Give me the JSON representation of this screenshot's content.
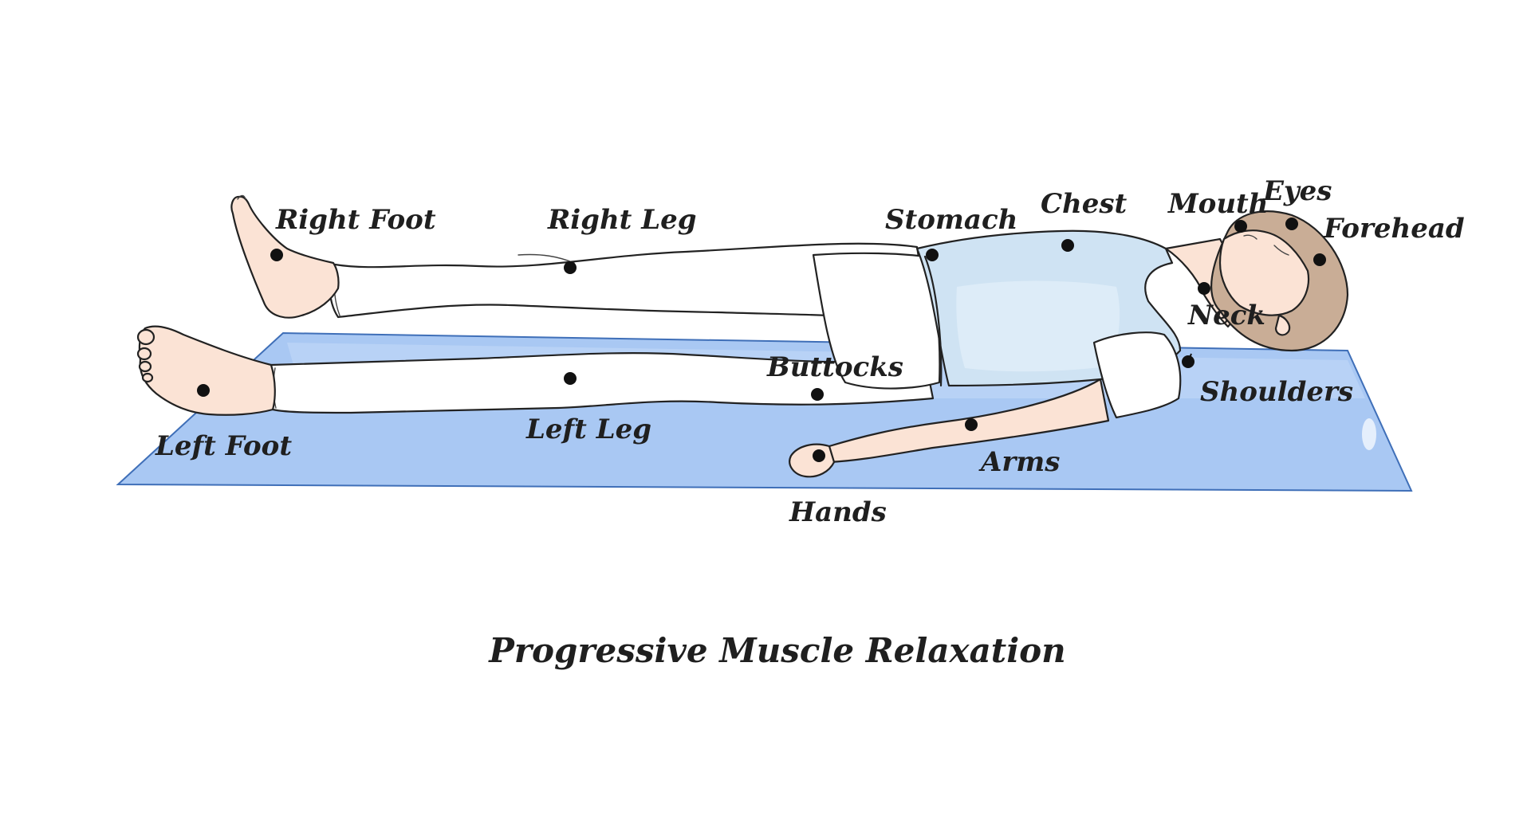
{
  "title": "Progressive Muscle Relaxation",
  "colors": {
    "mat": "#a9c8f3",
    "mat_highlight": "#c5dbf8",
    "skin": "#fbe3d5",
    "shirt": "#cfe3f3",
    "pants": "#ffffff",
    "hair": "#c9ad96",
    "dot": "#111111",
    "text": "#1f1f1f"
  },
  "labels": {
    "right_foot": "Right Foot",
    "right_leg": "Right Leg",
    "stomach": "Stomach",
    "chest": "Chest",
    "mouth": "Mouth",
    "eyes": "Eyes",
    "forehead": "Forehead",
    "neck": "Neck",
    "shoulders": "Shoulders",
    "arms": "Arms",
    "hands": "Hands",
    "buttocks": "Buttocks",
    "left_leg": "Left Leg",
    "left_foot": "Left Foot"
  }
}
